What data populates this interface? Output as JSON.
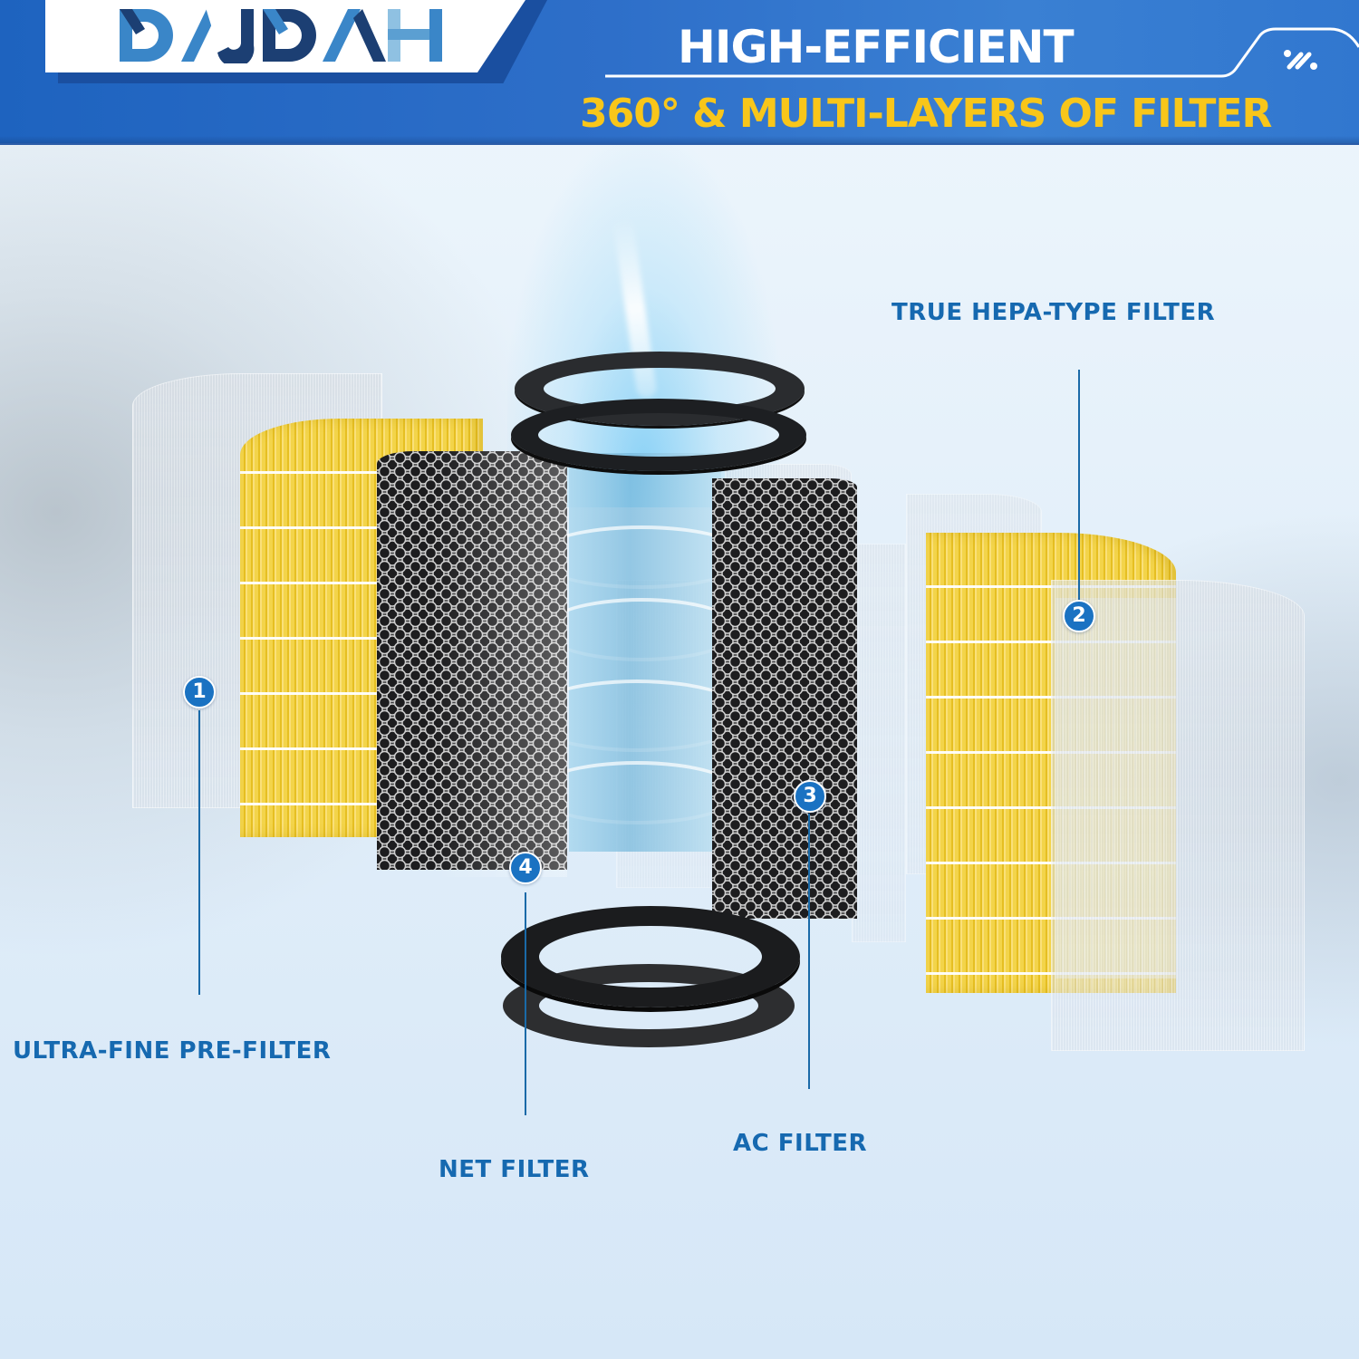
{
  "header": {
    "brand": "DAJDAH",
    "headline": "HIGH-EFFICIENT",
    "subheadline": "360° & MULTI-LAYERS OF FILTER",
    "decor_icon": "slash-dots-icon",
    "colors": {
      "banner_blue": "#2e6fc9",
      "headline_white": "#ffffff",
      "subheadline_yellow": "#f8c61a",
      "logo_blue_light": "#3a86c8",
      "logo_blue_dark": "#1c3f73"
    }
  },
  "callouts": [
    {
      "number": "1",
      "label": "ULTRA-FINE PRE-FILTER"
    },
    {
      "number": "2",
      "label": "TRUE HEPA-TYPE FILTER"
    },
    {
      "number": "3",
      "label": "AC FILTER"
    },
    {
      "number": "4",
      "label": "NET FILTER"
    }
  ],
  "theme": {
    "label_blue": "#1669b0",
    "badge_blue": "#1a72c2",
    "hepa_yellow": "#f3d44a",
    "carbon_dark": "#3a3a3c"
  }
}
